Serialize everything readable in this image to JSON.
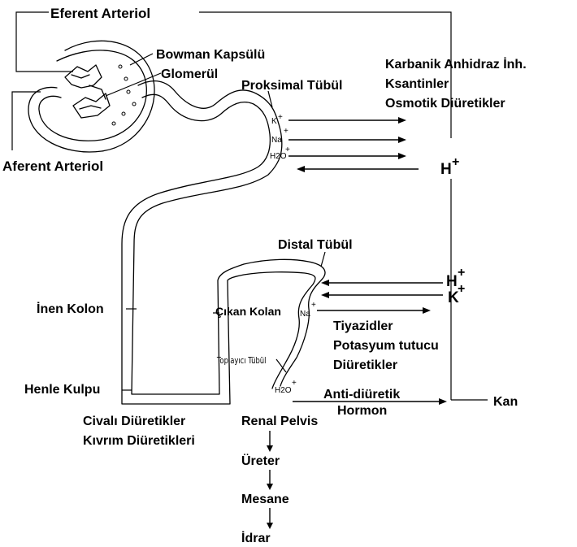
{
  "labels": {
    "efferent_arteriole": "Eferent Arteriol",
    "bowman_capsule": "Bowman Kapsülü",
    "glomerulus": "Glomerül",
    "proximal_tubule": "Proksimal Tübül",
    "carbonic_anhydrase": "Karbanik Anhidraz İnh.",
    "xanthines": "Ksantinler",
    "osmotic_diuretics": "Osmotik Diüretikler",
    "afferent_arteriole": "Aferent Arteriol",
    "h_plus_upper": "H",
    "plus_sign": "+",
    "distal_tubule": "Distal Tübül",
    "h_plus_lower": "H",
    "k_plus_lower": "K",
    "descending_limb": "İnen Kolon",
    "ascending_limb": "Çıkan Kolan",
    "na_distal": "Na",
    "thiazides": "Tiyazidler",
    "potassium_sparing_1": "Potasyum tutucu",
    "potassium_sparing_2": "Diüretikler",
    "collecting_tubule": "Toplayıcı Tübül",
    "loop_of_henle": "Henle Kulpu",
    "h2o_collecting": "H2O",
    "adh_1": "Anti-diüretik",
    "adh_2": "Hormon",
    "blood": "Kan",
    "mercurial_diuretics": "Civalı Diüretikler",
    "loop_diuretics": "Kıvrım Diüretikleri",
    "renal_pelvis": "Renal Pelvis",
    "ureter": "Üreter",
    "bladder": "Mesane",
    "urine": "İdrar",
    "k_proximal": "K",
    "na_proximal": "Na",
    "h2o_proximal": "H2O"
  }
}
